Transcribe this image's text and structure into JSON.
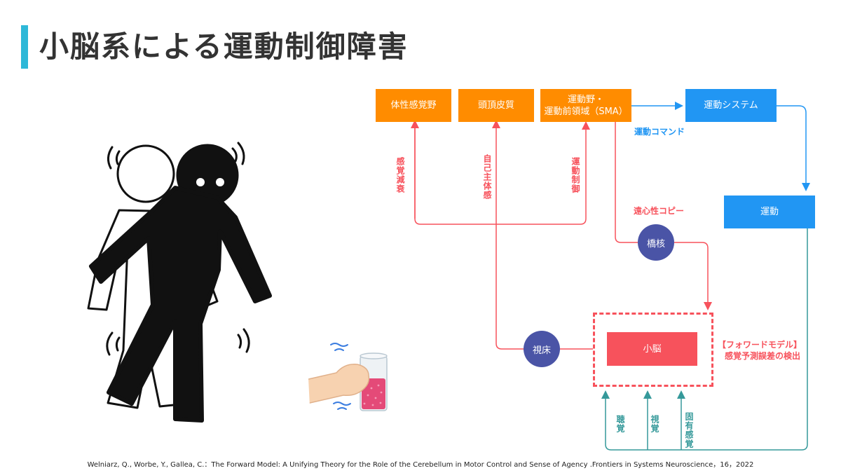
{
  "title": "小脳系による運動制御障害",
  "boxes": {
    "somatosensory": "体性感覚野",
    "parietal": "頭頂皮質",
    "motor_line1": "運動野・",
    "motor_line2": "運動前領域（SMA）",
    "motor_system": "運動システム",
    "movement": "運動",
    "cerebellum": "小脳"
  },
  "nodes": {
    "pons": "橋核",
    "thalamus": "視床"
  },
  "labels": {
    "sensory_attenuation": "感覚減衰",
    "sense_of_agency": "自己主体感",
    "motor_control": "運動制御",
    "motor_command": "運動コマンド",
    "efference_copy": "遠心性コピー",
    "forward_model_line1": "【フォワードモデル】",
    "forward_model_line2": "感覚予測誤差の検出",
    "hearing": "聴覚",
    "vision": "視覚",
    "proprioception": "固有感覚"
  },
  "colors": {
    "accent": "#2eb8d8",
    "orange": "#ff8c00",
    "blue": "#2196f3",
    "red": "#f7525c",
    "navy": "#4a54a6",
    "teal": "#35999a"
  },
  "citation": "Welniarz, Q., Worbe, Y., Gallea, C.：The Forward Model: A Unifying Theory for the Role of the Cerebellum in Motor Control and Sense of Agency .Frontiers in Systems Neuroscience，16，2022"
}
